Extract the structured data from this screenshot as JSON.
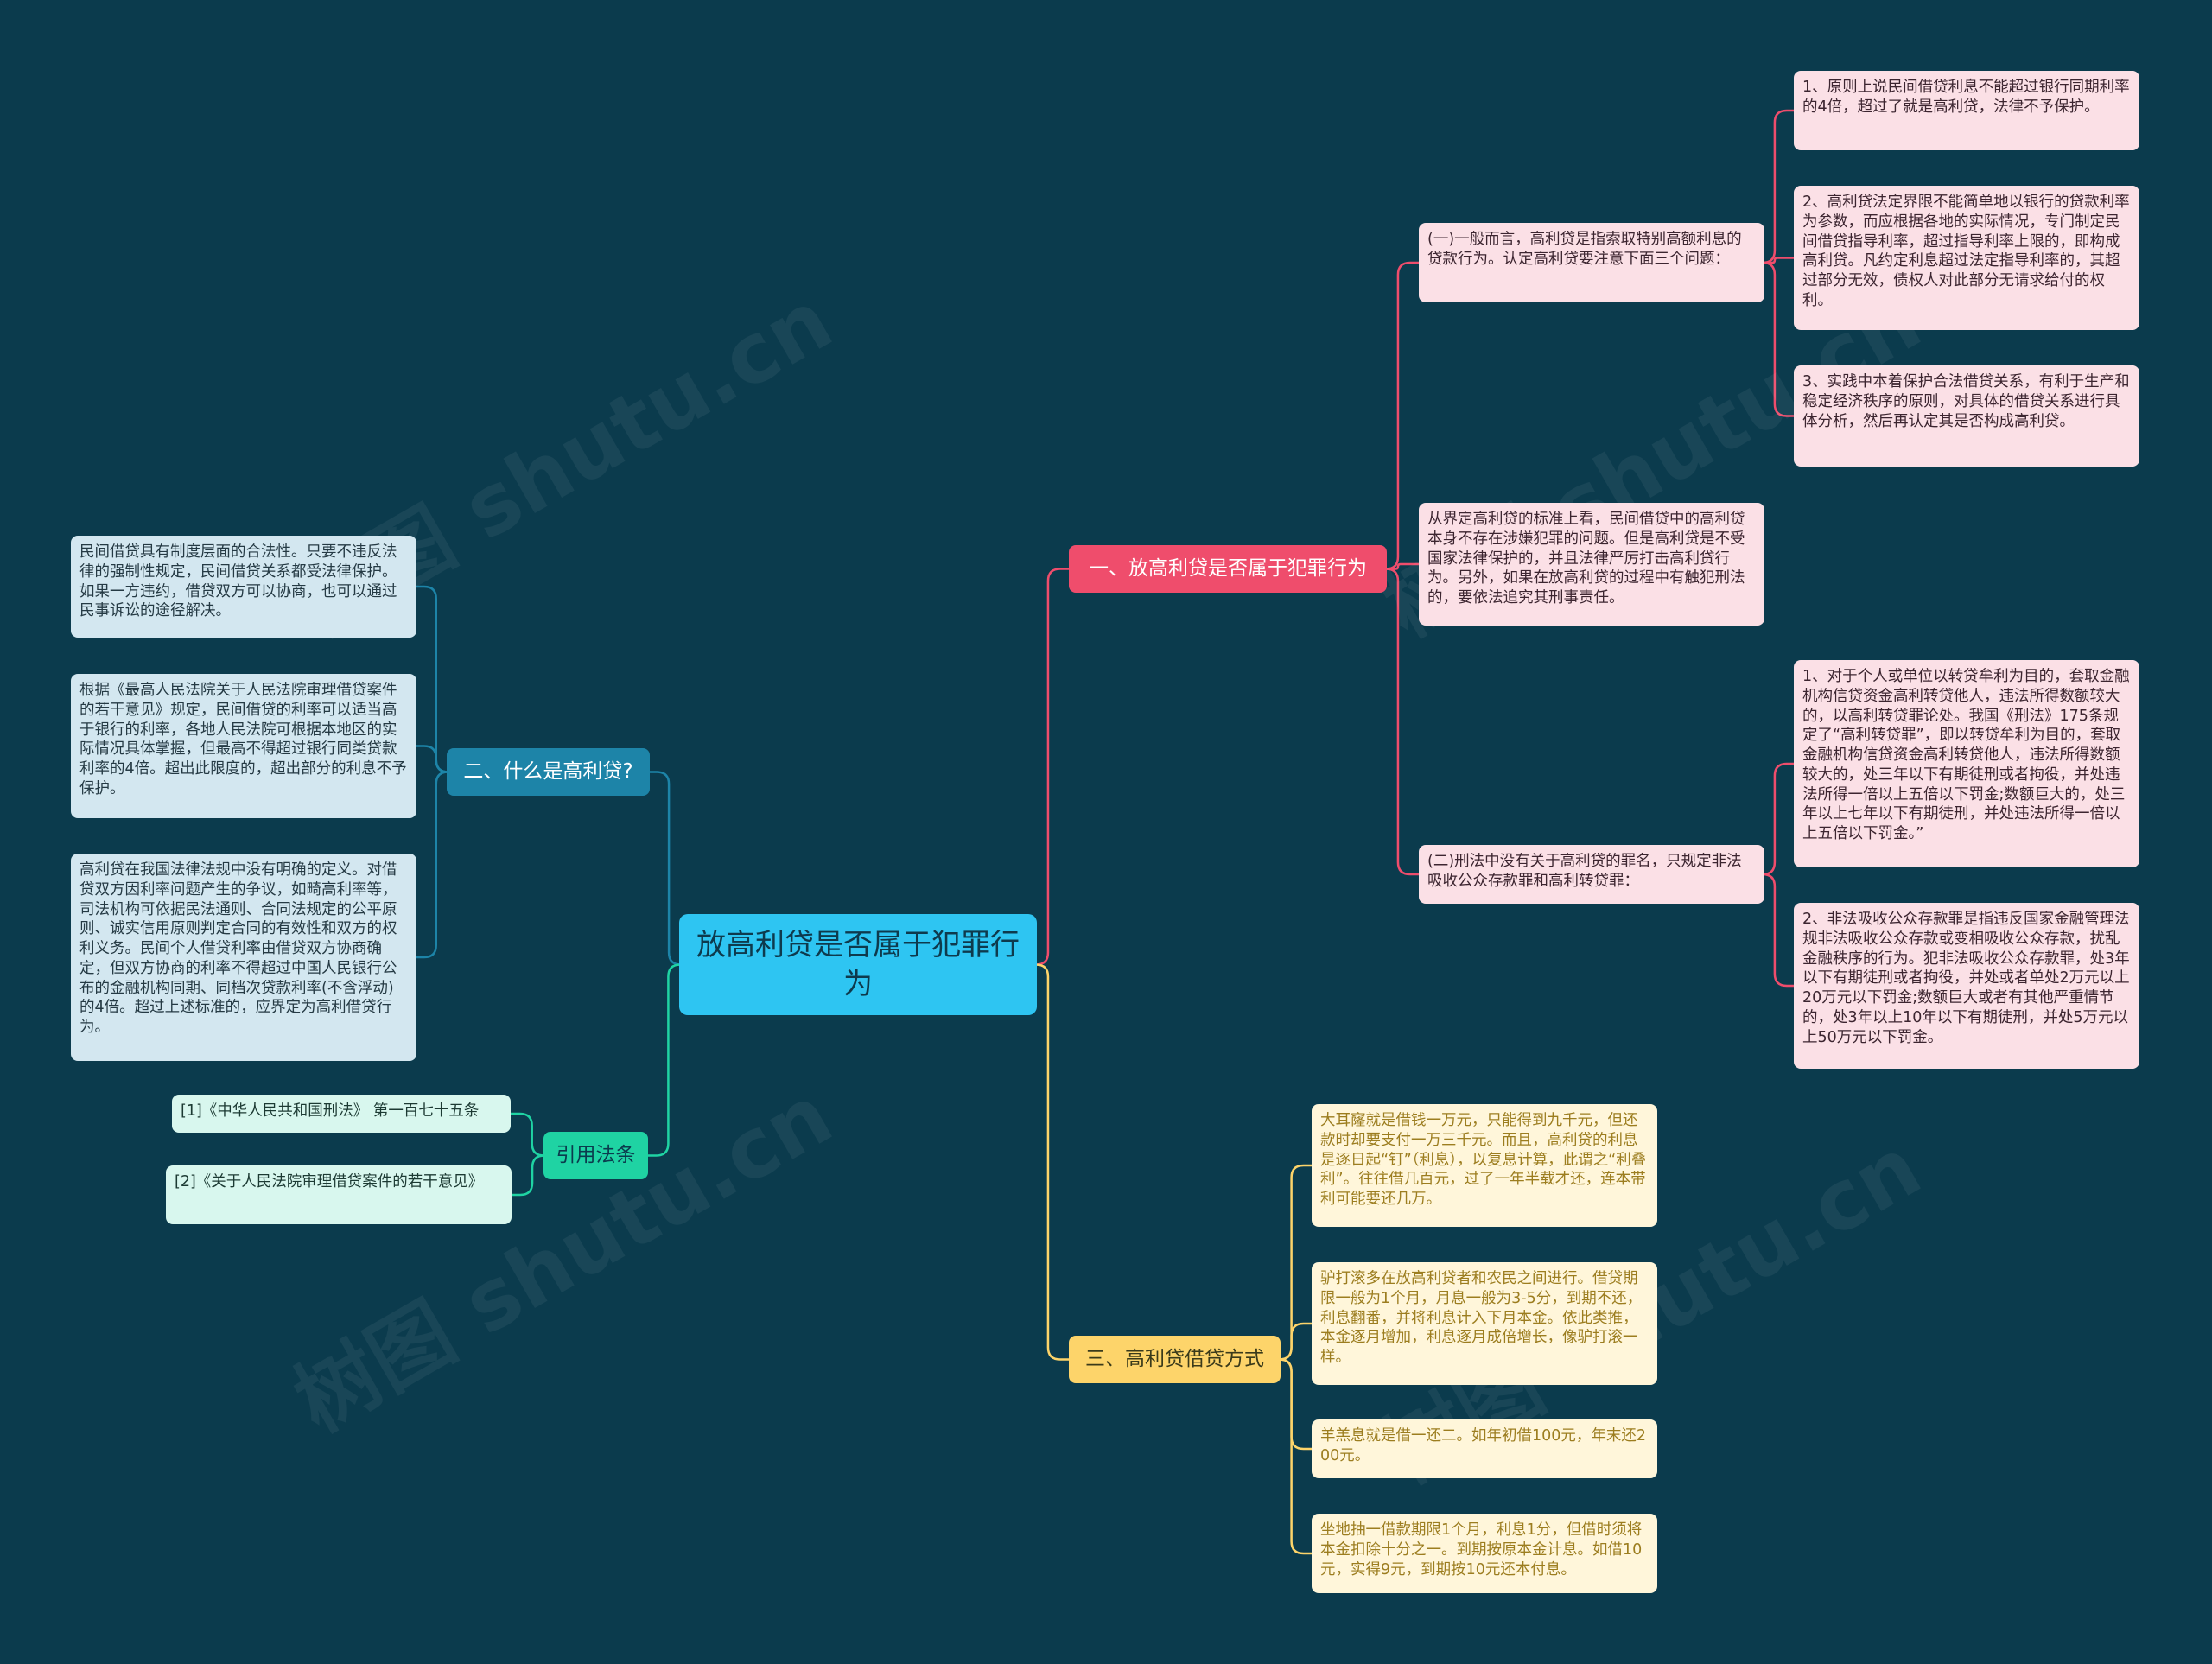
{
  "watermark": "树图 shutu.cn",
  "colors": {
    "background": "#0b3b4d",
    "root": "#2ec5f2",
    "branch_1": "#ef4d6c",
    "branch_2": "#1d84a8",
    "branch_3": "#fdd46a",
    "branch_4": "#1fd3a3"
  },
  "root": {
    "label": "放高利贷是否属于犯罪行为"
  },
  "branches": {
    "b1": {
      "label": "一、放高利贷是否属于犯罪行为",
      "children": {
        "c1": {
          "text": "(一)一般而言，高利贷是指索取特别高额利息的贷款行为。认定高利贷要注意下面三个问题：",
          "children": [
            "1、原则上说民间借贷利息不能超过银行同期利率的4倍，超过了就是高利贷，法律不予保护。",
            "2、高利贷法定界限不能简单地以银行的贷款利率为参数，而应根据各地的实际情况，专门制定民间借贷指导利率，超过指导利率上限的，即构成高利贷。凡约定利息超过法定指导利率的，其超过部分无效，债权人对此部分无请求给付的权利。",
            "3、实践中本着保护合法借贷关系，有利于生产和稳定经济秩序的原则，对具体的借贷关系进行具体分析，然后再认定其是否构成高利贷。"
          ]
        },
        "c2": {
          "text": "从界定高利贷的标准上看，民间借贷中的高利贷本身不存在涉嫌犯罪的问题。但是高利贷是不受国家法律保护的，并且法律严厉打击高利贷行为。另外，如果在放高利贷的过程中有触犯刑法的，要依法追究其刑事责任。"
        },
        "c3": {
          "text": "(二)刑法中没有关于高利贷的罪名，只规定非法吸收公众存款罪和高利转贷罪：",
          "children": [
            "1、对于个人或单位以转贷牟利为目的，套取金融机构信贷资金高利转贷他人，违法所得数额较大的，以高利转贷罪论处。我国《刑法》175条规定了“高利转贷罪”，即以转贷牟利为目的，套取金融机构信贷资金高利转贷他人，违法所得数额较大的，处三年以下有期徒刑或者拘役，并处违法所得一倍以上五倍以下罚金;数额巨大的，处三年以上七年以下有期徒刑，并处违法所得一倍以上五倍以下罚金。”",
            "2、非法吸收公众存款罪是指违反国家金融管理法规非法吸收公众存款或变相吸收公众存款，扰乱金融秩序的行为。犯非法吸收公众存款罪，处3年以下有期徒刑或者拘役，并处或者单处2万元以上20万元以下罚金;数额巨大或者有其他严重情节的，处3年以上10年以下有期徒刑，并处5万元以上50万元以下罚金。"
          ]
        }
      }
    },
    "b2": {
      "label": "二、什么是高利贷?",
      "children": [
        "民间借贷具有制度层面的合法性。只要不违反法律的强制性规定，民间借贷关系都受法律保护。如果一方违约，借贷双方可以协商，也可以通过民事诉讼的途径解决。",
        "根据《最高人民法院关于人民法院审理借贷案件的若干意见》规定，民间借贷的利率可以适当高于银行的利率，各地人民法院可根据本地区的实际情况具体掌握，但最高不得超过银行同类贷款利率的4倍。超出此限度的，超出部分的利息不予保护。",
        "高利贷在我国法律法规中没有明确的定义。对借贷双方因利率问题产生的争议，如畸高利率等，司法机构可依据民法通则、合同法规定的公平原则、诚实信用原则判定合同的有效性和双方的权利义务。民间个人借贷利率由借贷双方协商确定，但双方协商的利率不得超过中国人民银行公布的金融机构同期、同档次贷款利率(不含浮动)的4倍。超过上述标准的，应界定为高利借贷行为。"
      ]
    },
    "b3": {
      "label": "三、高利贷借贷方式",
      "children": [
        "大耳窿就是借钱一万元，只能得到九千元，但还款时却要支付一万三千元。而且，高利贷的利息是逐日起“钉”（利息），以复息计算，此谓之“利叠利”。往往借几百元，过了一年半载才还，连本带利可能要还几万。",
        "驴打滚多在放高利贷者和农民之间进行。借贷期限一般为1个月，月息一般为3-5分，到期不还，利息翻番，并将利息计入下月本金。依此类推，本金逐月增加，利息逐月成倍增长，像驴打滚一样。",
        "羊羔息就是借一还二。如年初借100元，年末还200元。",
        "坐地抽一借款期限1个月，利息1分，但借时须将本金扣除十分之一。到期按原本金计息。如借10元，实得9元，到期按10元还本付息。"
      ]
    },
    "b4": {
      "label": "引用法条",
      "children": [
        "[1]《中华人民共和国刑法》 第一百七十五条",
        "[2]《关于人民法院审理借贷案件的若干意见》"
      ]
    }
  }
}
